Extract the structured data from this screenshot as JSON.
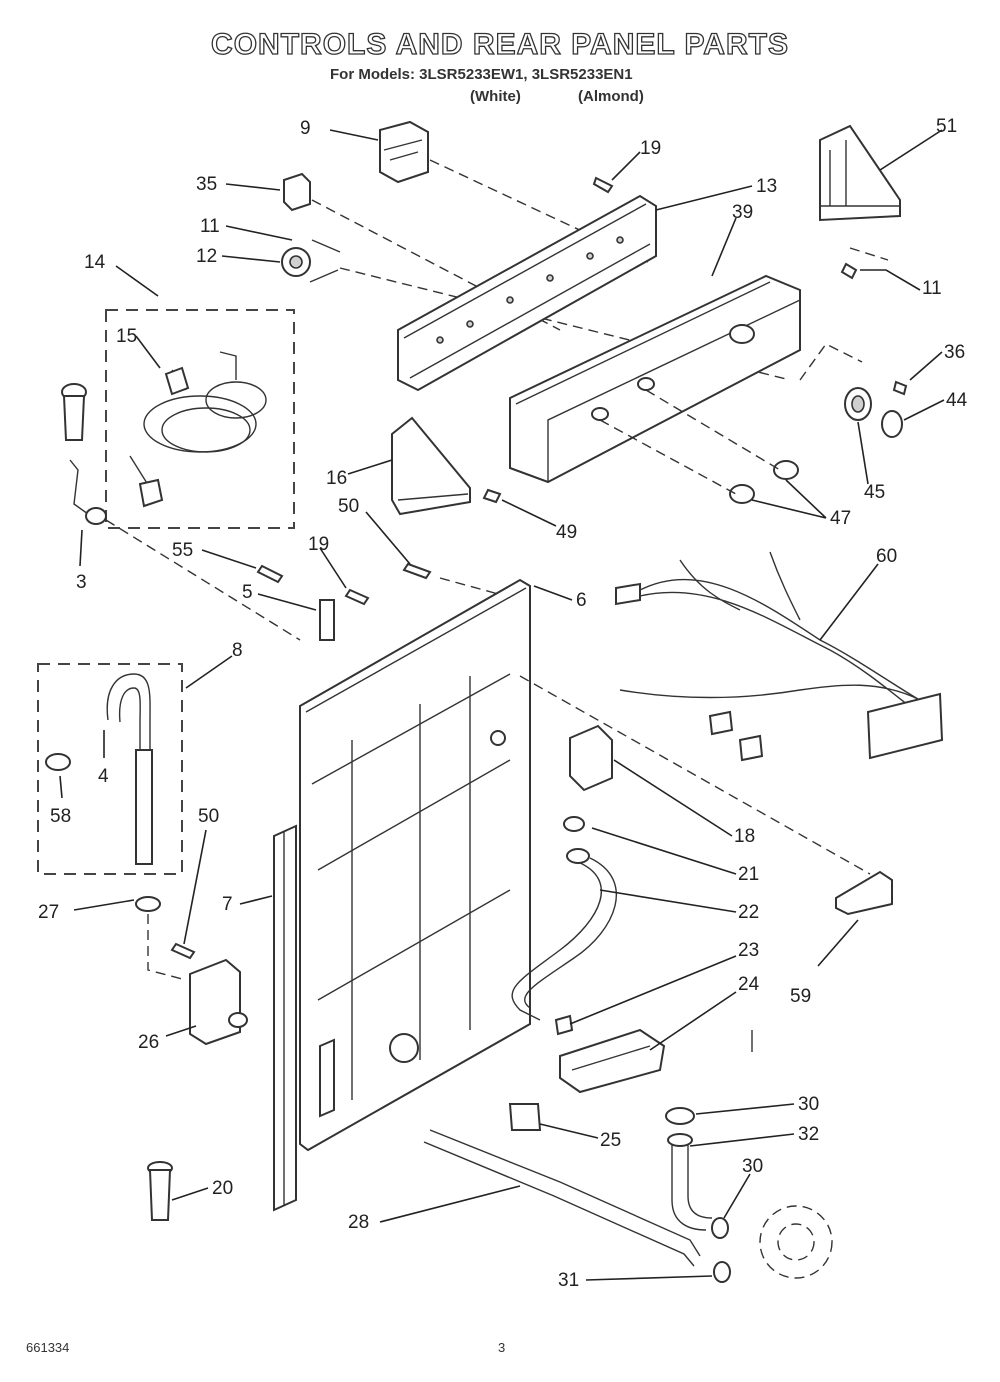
{
  "title": "CONTROLS AND REAR PANEL PARTS",
  "models": "For Models: 3LSR5233EW1, 3LSR5233EN1",
  "colors": {
    "white": "(White)",
    "almond": "(Almond)"
  },
  "footer": {
    "doc_number": "661334",
    "page_number": "3"
  },
  "callouts": {
    "c9": "9",
    "c19a": "19",
    "c13": "13",
    "c51": "51",
    "c35": "35",
    "c39": "39",
    "c11a": "11",
    "c12": "12",
    "c11b": "11",
    "c14": "14",
    "c36": "36",
    "c15": "15",
    "c44": "44",
    "c16": "16",
    "c45": "45",
    "c50a": "50",
    "c49": "49",
    "c47": "47",
    "c60": "60",
    "c3": "3",
    "c55": "55",
    "c19b": "19",
    "c5": "5",
    "c6": "6",
    "c8": "8",
    "c4": "4",
    "c58": "58",
    "c18": "18",
    "c50b": "50",
    "c21": "21",
    "c27": "27",
    "c7": "7",
    "c22": "22",
    "c23": "23",
    "c24": "24",
    "c59": "59",
    "c26": "26",
    "c25": "25",
    "c30a": "30",
    "c32": "32",
    "c30b": "30",
    "c20": "20",
    "c28": "28",
    "c31": "31"
  }
}
